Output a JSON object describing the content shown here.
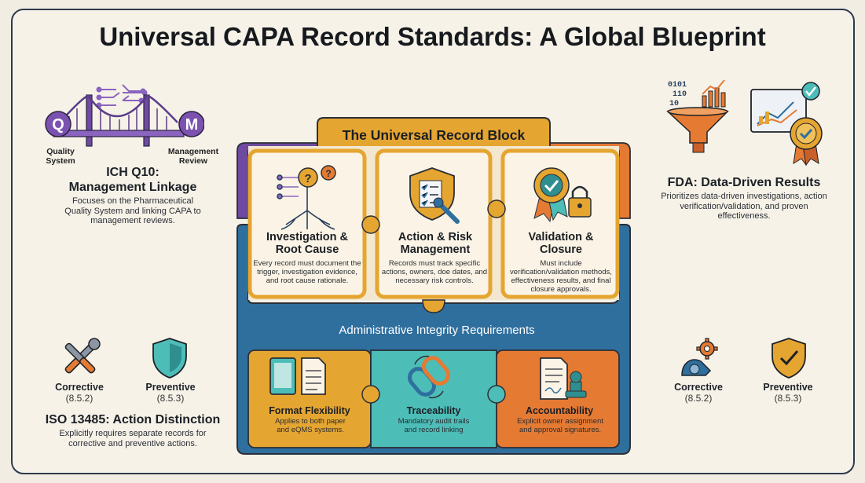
{
  "title": "Universal CAPA Record Standards: A Global Blueprint",
  "ich": {
    "q_letter": "Q",
    "m_letter": "M",
    "label_left": "Quality System",
    "label_right": "Management Review",
    "heading_line1": "ICH Q10:",
    "heading_line2": "Management Linkage",
    "description": "Focuses on the Pharmaceutical Quality System and linking CAPA to management reviews."
  },
  "fda": {
    "binary": "0101 110 10",
    "heading": "FDA: Data-Driven Results",
    "description": "Prioritizes data-driven investigations, action verification/validation, and proven effectiveness."
  },
  "iso": {
    "corrective_label": "Corrective",
    "corrective_clause": "(8.5.2)",
    "preventive_label": "Preventive",
    "preventive_clause": "(8.5.3)",
    "heading": "ISO 13485: Action Distinction",
    "description": "Explicitly requires separate records for corrective and preventive actions."
  },
  "right_actions": {
    "corrective_label": "Corrective",
    "corrective_clause": "(8.5.2)",
    "preventive_label": "Preventive",
    "preventive_clause": "(8.5.3)"
  },
  "record_block": {
    "title": "The Universal Record Block",
    "cards": [
      {
        "title": "Investigation & Root Cause",
        "text": "Every record must document the trigger, investigation evidence, and root cause rationale."
      },
      {
        "title": "Action & Risk Management",
        "text": "Records must track specific actions, owners, doe dates, and necessary risk controls."
      },
      {
        "title": "Validation & Closure",
        "text": "Must include verification/validation methods, effectiveness results, and final closure approvals."
      }
    ]
  },
  "admin": {
    "title": "Administrative Integrity Requirements",
    "cards": [
      {
        "title": "Format Flexibility",
        "text": "Applies to both paper and eQMS systems."
      },
      {
        "title": "Traceability",
        "text": "Mandatory audit trails and record linking"
      },
      {
        "title": "Accountability",
        "text": "Explicit owner assignment and approval signatures."
      }
    ]
  },
  "colors": {
    "purple": "#6e4aa0",
    "gold": "#e5a531",
    "orange": "#e57a33",
    "blue": "#2f6f9e",
    "teal": "#4dbdb8",
    "navy": "#2b4261"
  }
}
